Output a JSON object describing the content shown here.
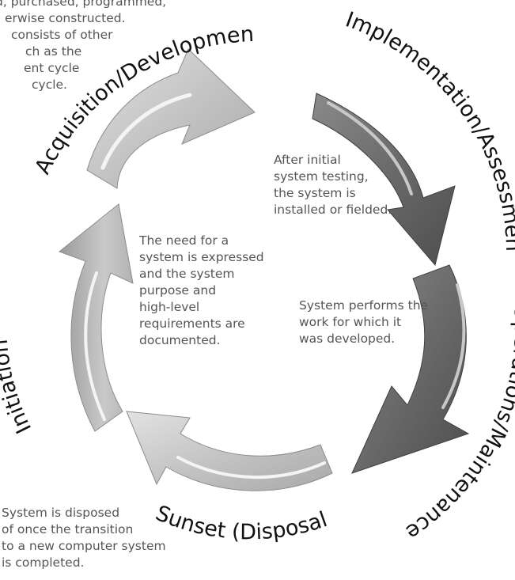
{
  "phases": [
    {
      "id": "acquisition",
      "label": "Acquisition/Development"
    },
    {
      "id": "implementation",
      "label": "Implementation/Assessment"
    },
    {
      "id": "operations",
      "label": "Operations/Maintenance"
    },
    {
      "id": "sunset",
      "label": "Sunset (Disposal)"
    },
    {
      "id": "initiation",
      "label": "Initiation"
    }
  ],
  "descriptions": {
    "acquisition": [
      "d, purchased, programmed,",
      "erwise constructed.",
      "consists of other",
      "ch as the",
      "ent cycle",
      "cycle."
    ],
    "implementation": [
      "After initial",
      "system testing,",
      "the system is",
      "installed or fielded."
    ],
    "initiation": [
      "The need for a",
      "system is expressed",
      "and the system",
      "purpose and",
      "high-level",
      "requirements are",
      "documented."
    ],
    "operations": [
      "System performs the",
      "work for which it",
      "was developed."
    ],
    "sunset": [
      "System is disposed",
      "of once the transition",
      "to a new computer system",
      "is completed."
    ]
  },
  "colors": {
    "arrow_dark": "#6f6f6f",
    "arrow_mid": "#9a9a9a",
    "arrow_light": "#c9c9c9",
    "label_text": "#111111",
    "description_text": "#555555"
  }
}
